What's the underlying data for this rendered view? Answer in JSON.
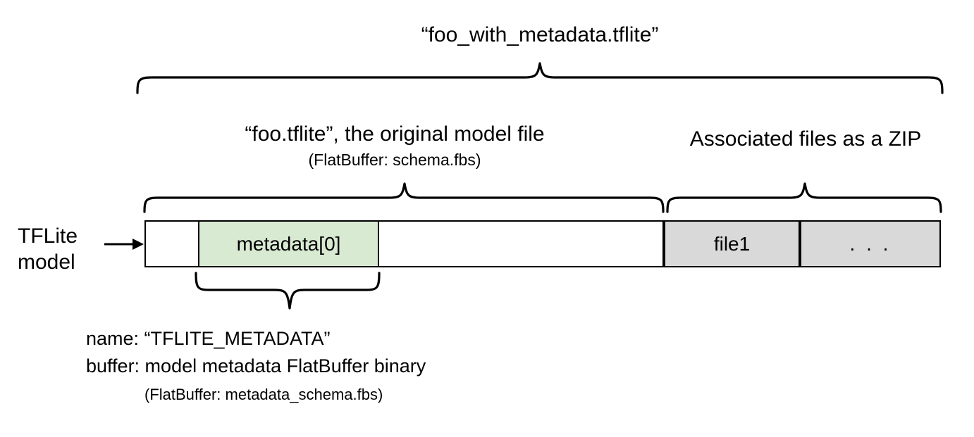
{
  "diagram": {
    "title": "“foo_with_metadata.tflite”",
    "sections": {
      "model_file": {
        "label": "“foo.tflite”, the original model file",
        "sublabel": "(FlatBuffer: schema.fbs)"
      },
      "associated_files": {
        "label": "Associated files as a ZIP"
      }
    },
    "side_label": {
      "line1": "TFLite",
      "line2": "model"
    },
    "bar_cells": [
      {
        "name": "leading-empty",
        "label": "",
        "fill": "#ffffff"
      },
      {
        "name": "metadata",
        "label": "metadata[0]",
        "fill": "#d9ead3"
      },
      {
        "name": "model-body",
        "label": "",
        "fill": "#ffffff"
      },
      {
        "name": "file1",
        "label": "file1",
        "fill": "#d9d9d9"
      },
      {
        "name": "more-files",
        "label": ". . .",
        "fill": "#d9d9d9"
      }
    ],
    "metadata_note": {
      "line1": "name: “TFLITE_METADATA”",
      "line2": "buffer: model metadata FlatBuffer binary",
      "line3": "(FlatBuffer: metadata_schema.fbs)"
    },
    "colors": {
      "metadata_fill": "#d9ead3",
      "zip_fill": "#d9d9d9",
      "stroke": "#000000",
      "background": "#ffffff"
    },
    "icons": {
      "pointer": "right-arrow-icon",
      "top_brace": "curly-brace-icon",
      "model_brace": "curly-brace-icon",
      "zip_brace": "curly-brace-icon",
      "metadata_brace": "curly-brace-down-icon"
    }
  }
}
